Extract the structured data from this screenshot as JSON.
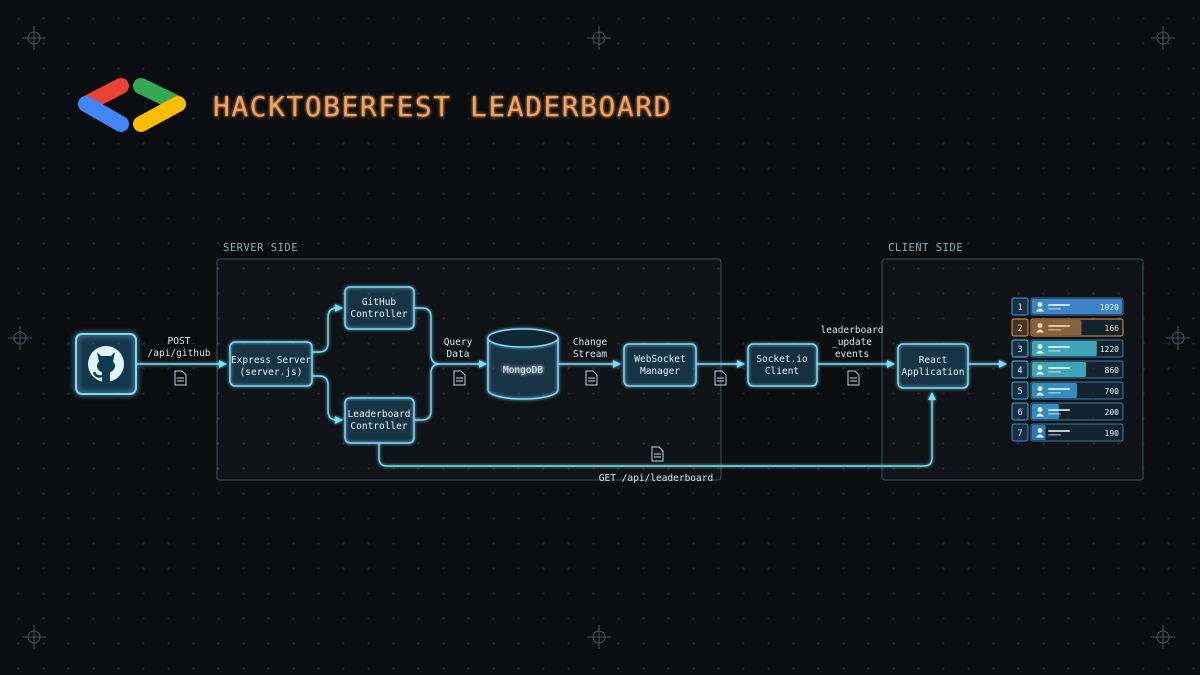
{
  "header": {
    "title": "HACKTOBERFEST LEADERBOARD"
  },
  "regions": {
    "server": "SERVER SIDE",
    "client": "CLIENT SIDE"
  },
  "nodes": {
    "express": [
      "Express Server",
      "(server.js)"
    ],
    "github_controller": [
      "GitHub",
      "Controller"
    ],
    "leaderboard_controller": [
      "Leaderboard",
      "Controller"
    ],
    "mongodb": [
      "MongoDB"
    ],
    "websocket_manager": [
      "WebSocket",
      "Manager"
    ],
    "socketio_client": [
      "Socket.io",
      "Client"
    ],
    "react_app": [
      "React",
      "Application"
    ]
  },
  "edges": {
    "github_post": [
      "POST",
      "/api/github"
    ],
    "query_data": [
      "Query",
      "Data"
    ],
    "change_stream": [
      "Change",
      "Stream"
    ],
    "leaderboard_update": [
      "leaderboard",
      "_update",
      "events"
    ],
    "get_leaderboard": [
      "GET /api/leaderboard"
    ]
  },
  "leaderboard": {
    "rows": [
      {
        "rank": "1",
        "score": "1020",
        "fill": 1.0,
        "color": "#4a9eea"
      },
      {
        "rank": "2",
        "score": "166",
        "fill": 0.55,
        "color": "#e8974e"
      },
      {
        "rank": "3",
        "score": "1220",
        "fill": 0.72,
        "color": "#48c7d8"
      },
      {
        "rank": "4",
        "score": "860",
        "fill": 0.6,
        "color": "#48c7d8"
      },
      {
        "rank": "5",
        "score": "700",
        "fill": 0.5,
        "color": "#3fa8e0"
      },
      {
        "rank": "6",
        "score": "200",
        "fill": 0.3,
        "color": "#3fa8e0"
      },
      {
        "rank": "7",
        "score": "190",
        "fill": 0.15,
        "color": "#3a8fd4"
      }
    ]
  },
  "colors": {
    "accent": "#5fd4f4",
    "title": "#f2a15f",
    "highlight": "#e8974e",
    "background": "#0b0d10"
  },
  "icons": {
    "logo": "google-developers-logo",
    "source": "github-icon",
    "payload": "document-icon",
    "user": "user-icon"
  }
}
